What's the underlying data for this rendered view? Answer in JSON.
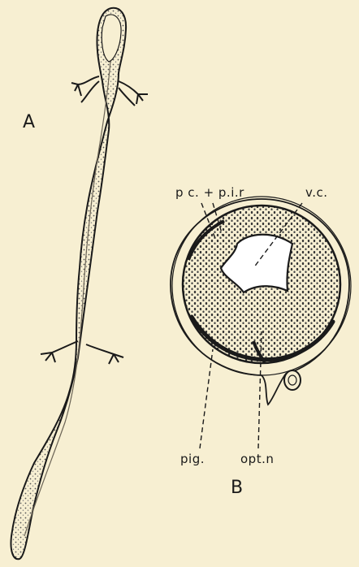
{
  "figure": {
    "panel_a": {
      "letter": "A",
      "subject": "salamander"
    },
    "panel_b": {
      "letter": "B",
      "subject": "eye-cross-section",
      "labels": {
        "pc_pir": "p c. + p.i.r",
        "vc": "v.c.",
        "pig": "pig.",
        "optn": "opt.n"
      }
    },
    "colors": {
      "paper": "#f7efd2",
      "ink": "#1a1a1a",
      "stipple": "#6b6456"
    }
  }
}
